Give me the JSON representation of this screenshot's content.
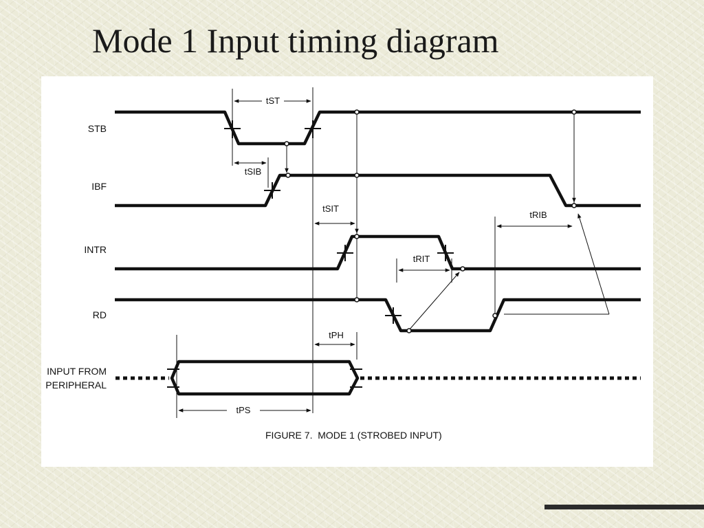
{
  "slide": {
    "title": "Mode 1 Input timing diagram"
  },
  "diagram": {
    "signals": {
      "stb": "STB",
      "ibf": "IBF",
      "intr": "INTR",
      "rd": "RD",
      "input_line1": "INPUT FROM",
      "input_line2": "PERIPHERAL"
    },
    "parameters": {
      "tst": "tST",
      "tsib": "tSIB",
      "tsit": "tSIT",
      "trib": "tRIB",
      "trit": "tRIT",
      "tph": "tPH",
      "tps": "tPS"
    },
    "caption": "FIGURE 7.  MODE 1 (STROBED INPUT)"
  },
  "colors": {
    "signal": "#111111",
    "panel": "#ffffff",
    "background": "#ecebd9",
    "rule": "#2b2b2b"
  }
}
